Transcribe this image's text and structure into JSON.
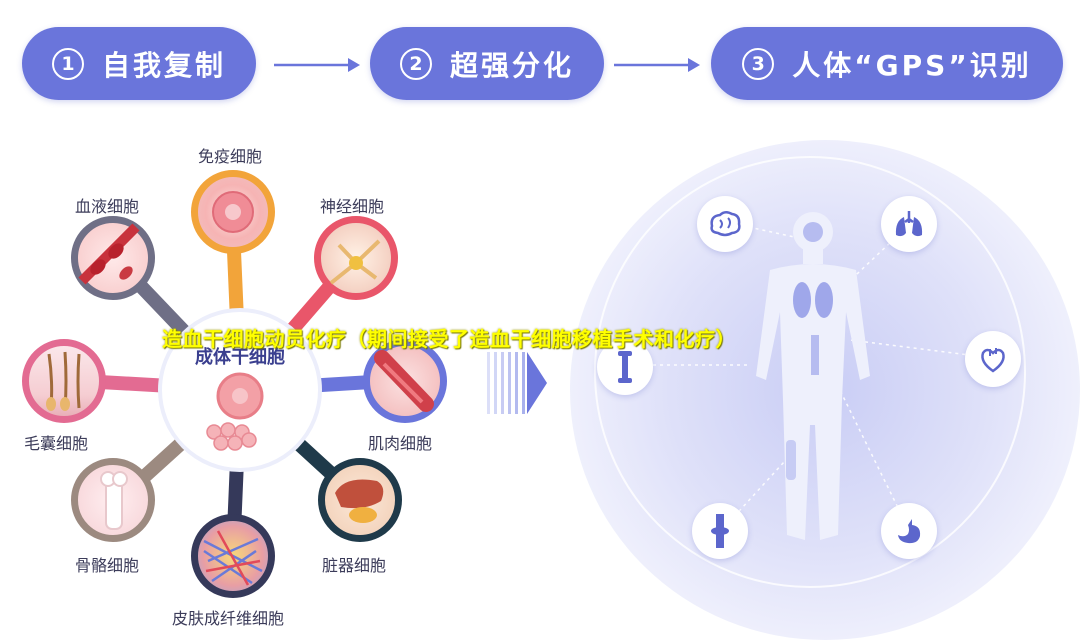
{
  "steps": [
    {
      "num": "1",
      "label": "自我复制"
    },
    {
      "num": "2",
      "label": "超强分化"
    },
    {
      "num": "3",
      "label": "人体“GPS”识别"
    }
  ],
  "center": {
    "label": "成体干细胞"
  },
  "cells": {
    "immune": "免疫细胞",
    "neural": "神经细胞",
    "blood": "血液细胞",
    "muscle": "肌肉细胞",
    "hair": "毛囊细胞",
    "organ": "脏器细胞",
    "bone": "骨骼细胞",
    "skin": "皮肤成纤维细胞"
  },
  "overlay_text": "造血干细胞动员化疗（期间接受了造血干细胞移植手术和化疗）",
  "colors": {
    "step_bg": "#6a75db",
    "immune": "#f2a43a",
    "neural": "#e9566a",
    "blood": "#6f6f86",
    "muscle": "#6a75db",
    "hair": "#e36b92",
    "organ": "#1f3a4a",
    "bone": "#9c8a80",
    "skin": "#35395a",
    "overlay": "#ffff00"
  },
  "organ_icons": [
    "brain-icon",
    "lungs-icon",
    "heart-icon",
    "stomach-icon",
    "knee-joint-icon",
    "bone-icon"
  ]
}
